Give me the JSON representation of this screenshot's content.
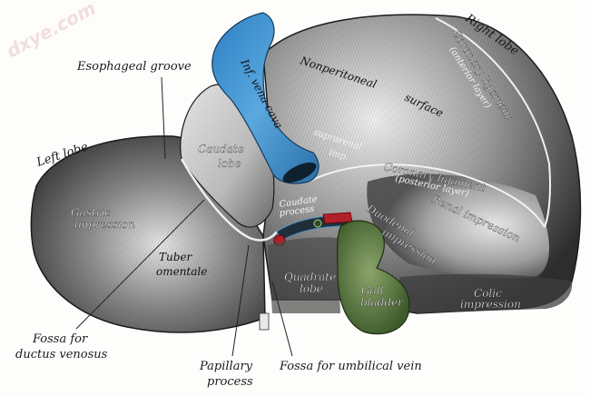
{
  "watermark": "dxye.com",
  "figure": {
    "subject": "Liver, posterior and inferior surfaces",
    "colors": {
      "background": "#fdfdfb",
      "liver_dark": "#3a3a3a",
      "liver_mid": "#7a7a7a",
      "liver_light": "#d8d8d8",
      "vena_cava": "#3b8fd0",
      "gall_bladder": "#5f7f45",
      "artery_red": "#b0202a"
    }
  },
  "labels": {
    "external": {
      "esophageal_groove": "Esophageal groove",
      "left_lobe": "Left lobe",
      "right_lobe": "Right lobe",
      "fossa_ductus_venosus_1": "Fossa for",
      "fossa_ductus_venosus_2": "ductus venosus",
      "papillary_process_1": "Papillary",
      "papillary_process_2": "process",
      "fossa_umbilical_vein": "Fossa for umbilical vein"
    },
    "internal": {
      "inf_vena_cava": "Inf. vena cava",
      "caudate_lobe_1": "Caudate",
      "caudate_lobe_2": "lobe",
      "nonperitoneal_surface_1": "Nonperitoneal",
      "nonperitoneal_surface_2": "surface",
      "coronary_anterior_1": "Coronary ligament",
      "coronary_anterior_2": "(anterior layer)",
      "suprarenal_1": "suprarenal",
      "suprarenal_2": "imp.",
      "coronary_posterior_1": "Coronary ligament",
      "coronary_posterior_2": "(posterior layer)",
      "caudate_process_1": "Caudate",
      "caudate_process_2": "process",
      "renal_impression": "Renal impression",
      "duodenal_impression_1": "Duodenal",
      "duodenal_impression_2": "impression",
      "gastric_impression_1": "Gastric",
      "gastric_impression_2": "impression",
      "tuber_omentale_1": "Tuber",
      "tuber_omentale_2": "omentale",
      "quadrate_lobe_1": "Quadrate",
      "quadrate_lobe_2": "lobe",
      "gall_bladder_1": "Gall",
      "gall_bladder_2": "bladder",
      "colic_impression_1": "Colic",
      "colic_impression_2": "impression"
    }
  }
}
